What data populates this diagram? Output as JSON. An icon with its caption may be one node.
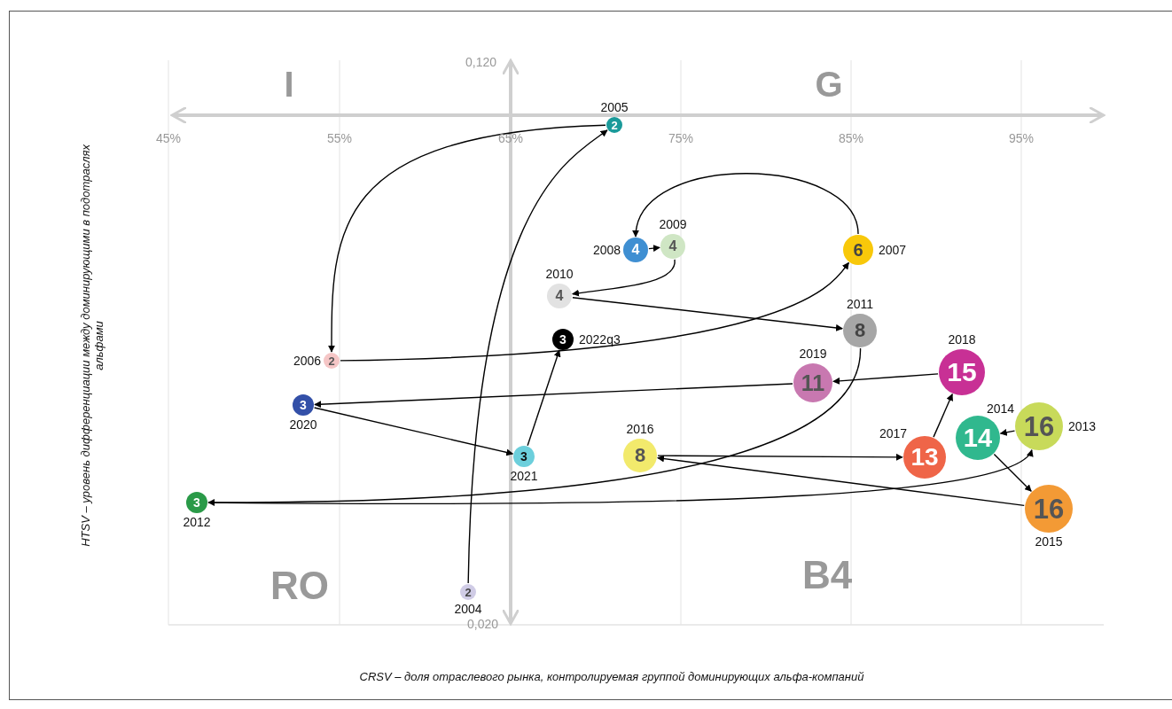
{
  "diagram": {
    "nodes": [
      {
        "text": [
          "2"
        ],
        "beside": [
          "2004"
        ]
      },
      {
        "text": [
          "2"
        ],
        "beside": [
          "2005"
        ]
      },
      {
        "text": [
          "2"
        ],
        "beside": [
          "2006"
        ]
      },
      {
        "text": [
          "6"
        ],
        "beside": [
          "2007"
        ]
      },
      {
        "text": [
          "4"
        ],
        "beside": [
          "2008"
        ]
      },
      {
        "text": [
          "4"
        ],
        "beside": [
          "2009"
        ]
      },
      {
        "text": [
          "4"
        ],
        "beside": [
          "2010"
        ]
      },
      {
        "text": [
          "8"
        ],
        "beside": [
          "2011"
        ]
      },
      {
        "text": [
          "3"
        ],
        "beside": [
          "2012"
        ]
      },
      {
        "text": [
          "16"
        ],
        "beside": [
          "2013"
        ]
      },
      {
        "text": [
          "14"
        ],
        "beside": [
          "2014"
        ]
      },
      {
        "text": [
          "16"
        ],
        "beside": [
          "2015"
        ]
      },
      {
        "text": [
          "8"
        ],
        "beside": [
          "2016"
        ]
      },
      {
        "text": [
          "13"
        ],
        "beside": [
          "2017"
        ]
      },
      {
        "text": [
          "15"
        ],
        "beside": [
          "2018"
        ]
      },
      {
        "text": [
          "11"
        ],
        "beside": [
          "2019"
        ]
      },
      {
        "text": [
          "3"
        ],
        "beside": [
          "2020"
        ]
      },
      {
        "text": [
          "3"
        ],
        "beside": [
          "2021"
        ]
      },
      {
        "text": [
          "3"
        ],
        "beside": [
          "2022q3"
        ]
      }
    ],
    "edges": [
      {
        "from": 0,
        "to": 1,
        "arrow": "to"
      },
      {
        "from": 1,
        "to": 2,
        "arrow": "to"
      },
      {
        "from": 2,
        "to": 3,
        "arrow": "to"
      },
      {
        "from": 3,
        "to": 4,
        "arrow": "to"
      },
      {
        "from": 4,
        "to": 5,
        "arrow": "to"
      },
      {
        "from": 5,
        "to": 6,
        "arrow": "to"
      },
      {
        "from": 6,
        "to": 7,
        "arrow": "to"
      },
      {
        "from": 7,
        "to": 8,
        "arrow": "to"
      },
      {
        "from": 8,
        "to": 9,
        "arrow": "to"
      },
      {
        "from": 9,
        "to": 10,
        "arrow": "to"
      },
      {
        "from": 10,
        "to": 11,
        "arrow": "to"
      },
      {
        "from": 11,
        "to": 12,
        "arrow": "to"
      },
      {
        "from": 12,
        "to": 13,
        "arrow": "to"
      },
      {
        "from": 13,
        "to": 14,
        "arrow": "to"
      },
      {
        "from": 14,
        "to": 15,
        "arrow": "to"
      },
      {
        "from": 15,
        "to": 16,
        "arrow": "to"
      },
      {
        "from": 16,
        "to": 17,
        "arrow": "to"
      },
      {
        "from": 17,
        "to": 18,
        "arrow": "to"
      }
    ],
    "labels": [
      "0,120",
      "I",
      "G",
      "45%",
      "55%",
      "65%",
      "75%",
      "85%",
      "95%",
      "RO",
      "B4",
      "0,020",
      "HTSV – уровень дифференциации между доминирующими в подотраслях альфами",
      "CRSV – доля отраслевого рынка, контролируемая группой доминирующих альфа-компаний"
    ]
  }
}
